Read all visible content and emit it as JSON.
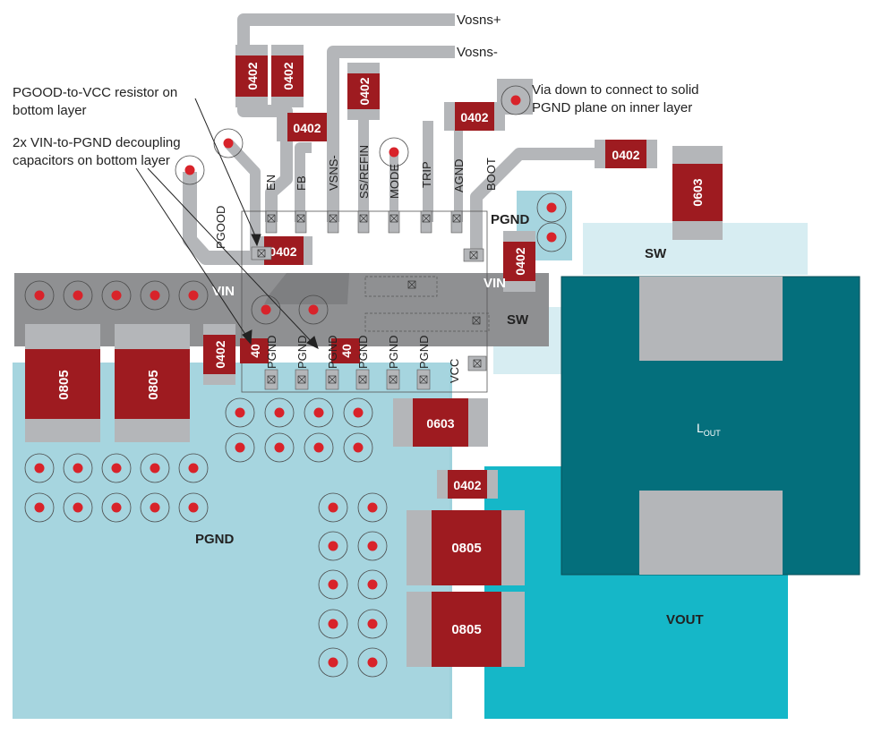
{
  "colors": {
    "copper_gray": "#b4b6b9",
    "vin_plane": "#8f9092",
    "pgnd_plane": "#a6d5df",
    "sw_plane": "#d7edf2",
    "vout_plane": "#15b7c8",
    "inductor": "#046f7c",
    "component_red": "#9e1b20",
    "via_red": "#d8232a"
  },
  "net_labels": {
    "vosns_plus": "Vosns+",
    "vosns_minus": "Vosns-",
    "vin_left": "VIN",
    "vin_right": "VIN",
    "pgnd_top": "PGND",
    "sw_top": "SW",
    "sw_mid": "SW",
    "pgnd_main": "PGND",
    "vout": "VOUT"
  },
  "annotations": {
    "via_note_line1": "Via down to connect to solid",
    "via_note_line2": "PGND plane on inner layer",
    "pgood_note_line1": "PGOOD-to-VCC resistor on",
    "pgood_note_line2": "bottom layer",
    "decap_note_line1": "2x VIN-to-PGND decoupling",
    "decap_note_line2": "capacitors on bottom layer"
  },
  "pins_top": [
    "EN",
    "FB",
    "VSNS-",
    "SS/REFIN",
    "MODE",
    "TRIP",
    "AGND",
    "BOOT"
  ],
  "pins_left": [
    "PGOOD"
  ],
  "pins_bottom": [
    "PGND",
    "PGND",
    "PGND",
    "PGND",
    "PGND",
    "PGND",
    "VCC"
  ],
  "components": {
    "r_vosns_a": "0402",
    "r_vosns_b": "0402",
    "r_fb": "0402",
    "r_ss": "0402",
    "c_agnd": "0402",
    "c_boot": "0402",
    "c_boot_big": "0603",
    "r_pgood": "0402",
    "c_sw_snub": "0402",
    "c_vin_small": "0402",
    "c_in_1": "0805",
    "c_in_2": "0805",
    "r_bottom_1": "40",
    "r_bottom_2": "40",
    "c_vcc": "0603",
    "c_out_small": "0402",
    "c_out_1": "0805",
    "c_out_2": "0805"
  },
  "inductor": {
    "label_main": "L",
    "label_sub": "OUT"
  }
}
